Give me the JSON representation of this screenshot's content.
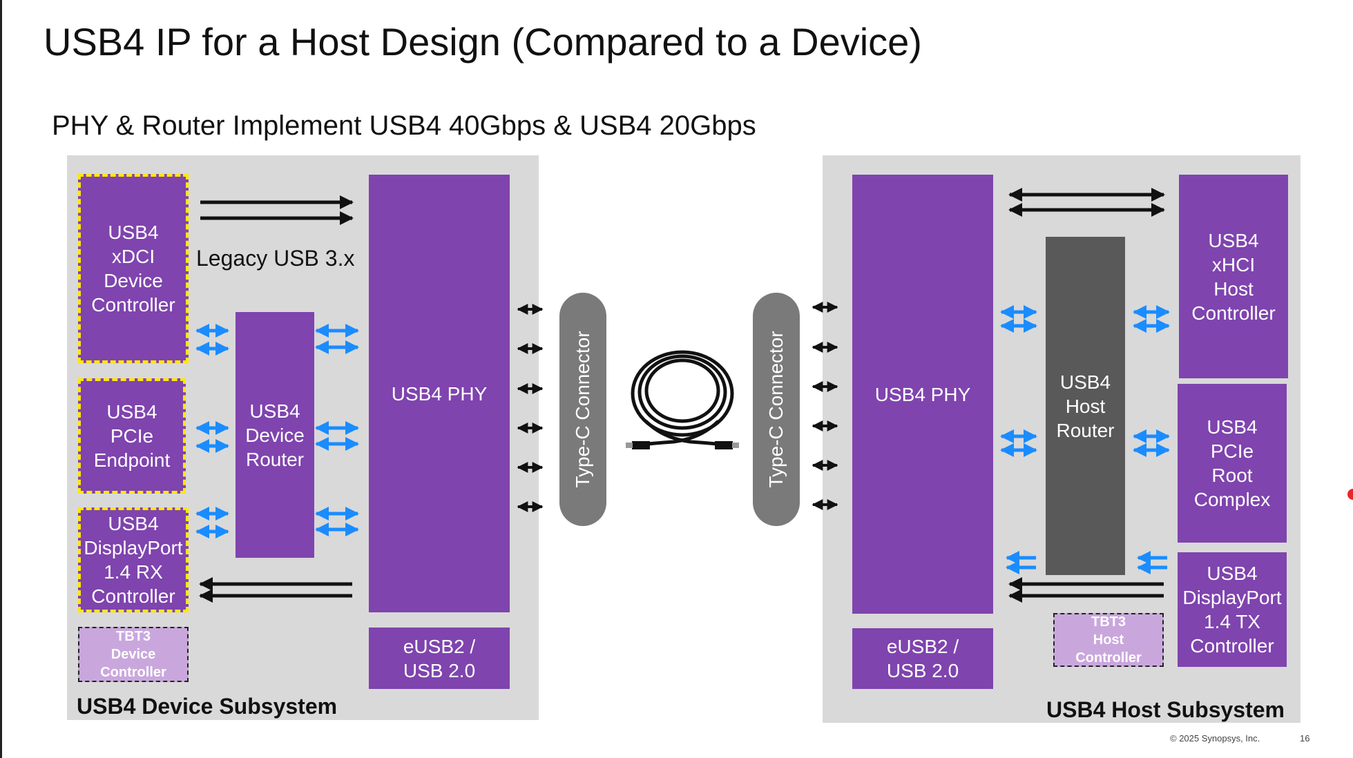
{
  "title": "USB4 IP for a Host Design (Compared to a Device)",
  "subtitle": "PHY & Router Implement USB4 40Gbps & USB4 20Gbps",
  "device": {
    "subsystem_label": "USB4 Device Subsystem",
    "xdci": "USB4\nxDCI\nDevice\nController",
    "pcie": "USB4\nPCIe\nEndpoint",
    "dp": "USB4\nDisplayPort\n1.4 RX\nController",
    "tbt3": "TBT3\nDevice\nController",
    "router": "USB4\nDevice\nRouter",
    "phy": "USB4 PHY",
    "eusb": "eUSB2 /\nUSB 2.0",
    "legacy": "Legacy USB 3.x"
  },
  "host": {
    "subsystem_label": "USB4 Host Subsystem",
    "phy": "USB4 PHY",
    "eusb": "eUSB2 /\nUSB 2.0",
    "router": "USB4\nHost\nRouter",
    "xhci": "USB4\nxHCI\nHost\nController",
    "pcie": "USB4\nPCIe\nRoot\nComplex",
    "dp": "USB4\nDisplayPort\n1.4 TX\nController",
    "tbt3": "TBT3\nHost\nController"
  },
  "connector_left": "Type-C Connector",
  "connector_right": "Type-C Connector",
  "footer": {
    "copyright": "© 2025 Synopsys, Inc.",
    "page_number": "16"
  },
  "colors": {
    "purple": "#7f44ae",
    "router_gray": "#595959",
    "panel_gray": "#d9d9d9",
    "highlight_yellow": "#ffe800",
    "tbt_lilac": "#c9a7dd",
    "arrow_blue": "#1a8cff",
    "arrow_black": "#111111"
  }
}
